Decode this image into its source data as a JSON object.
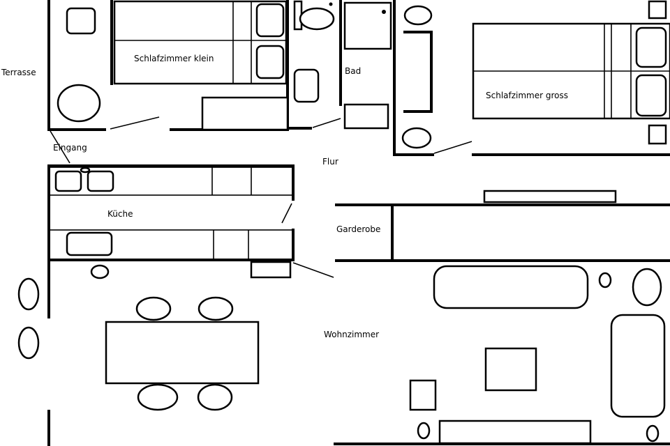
{
  "floor_plan": {
    "rooms": {
      "terrasse": "Terrasse",
      "schlafzimmer_klein": "Schlafzimmer klein",
      "bad": "Bad",
      "schlafzimmer_gross": "Schlafzimmer gross",
      "eingang": "Eingang",
      "flur": "Flur",
      "kueche": "Küche",
      "garderobe": "Garderobe",
      "wohnzimmer": "Wohnzimmer"
    }
  }
}
